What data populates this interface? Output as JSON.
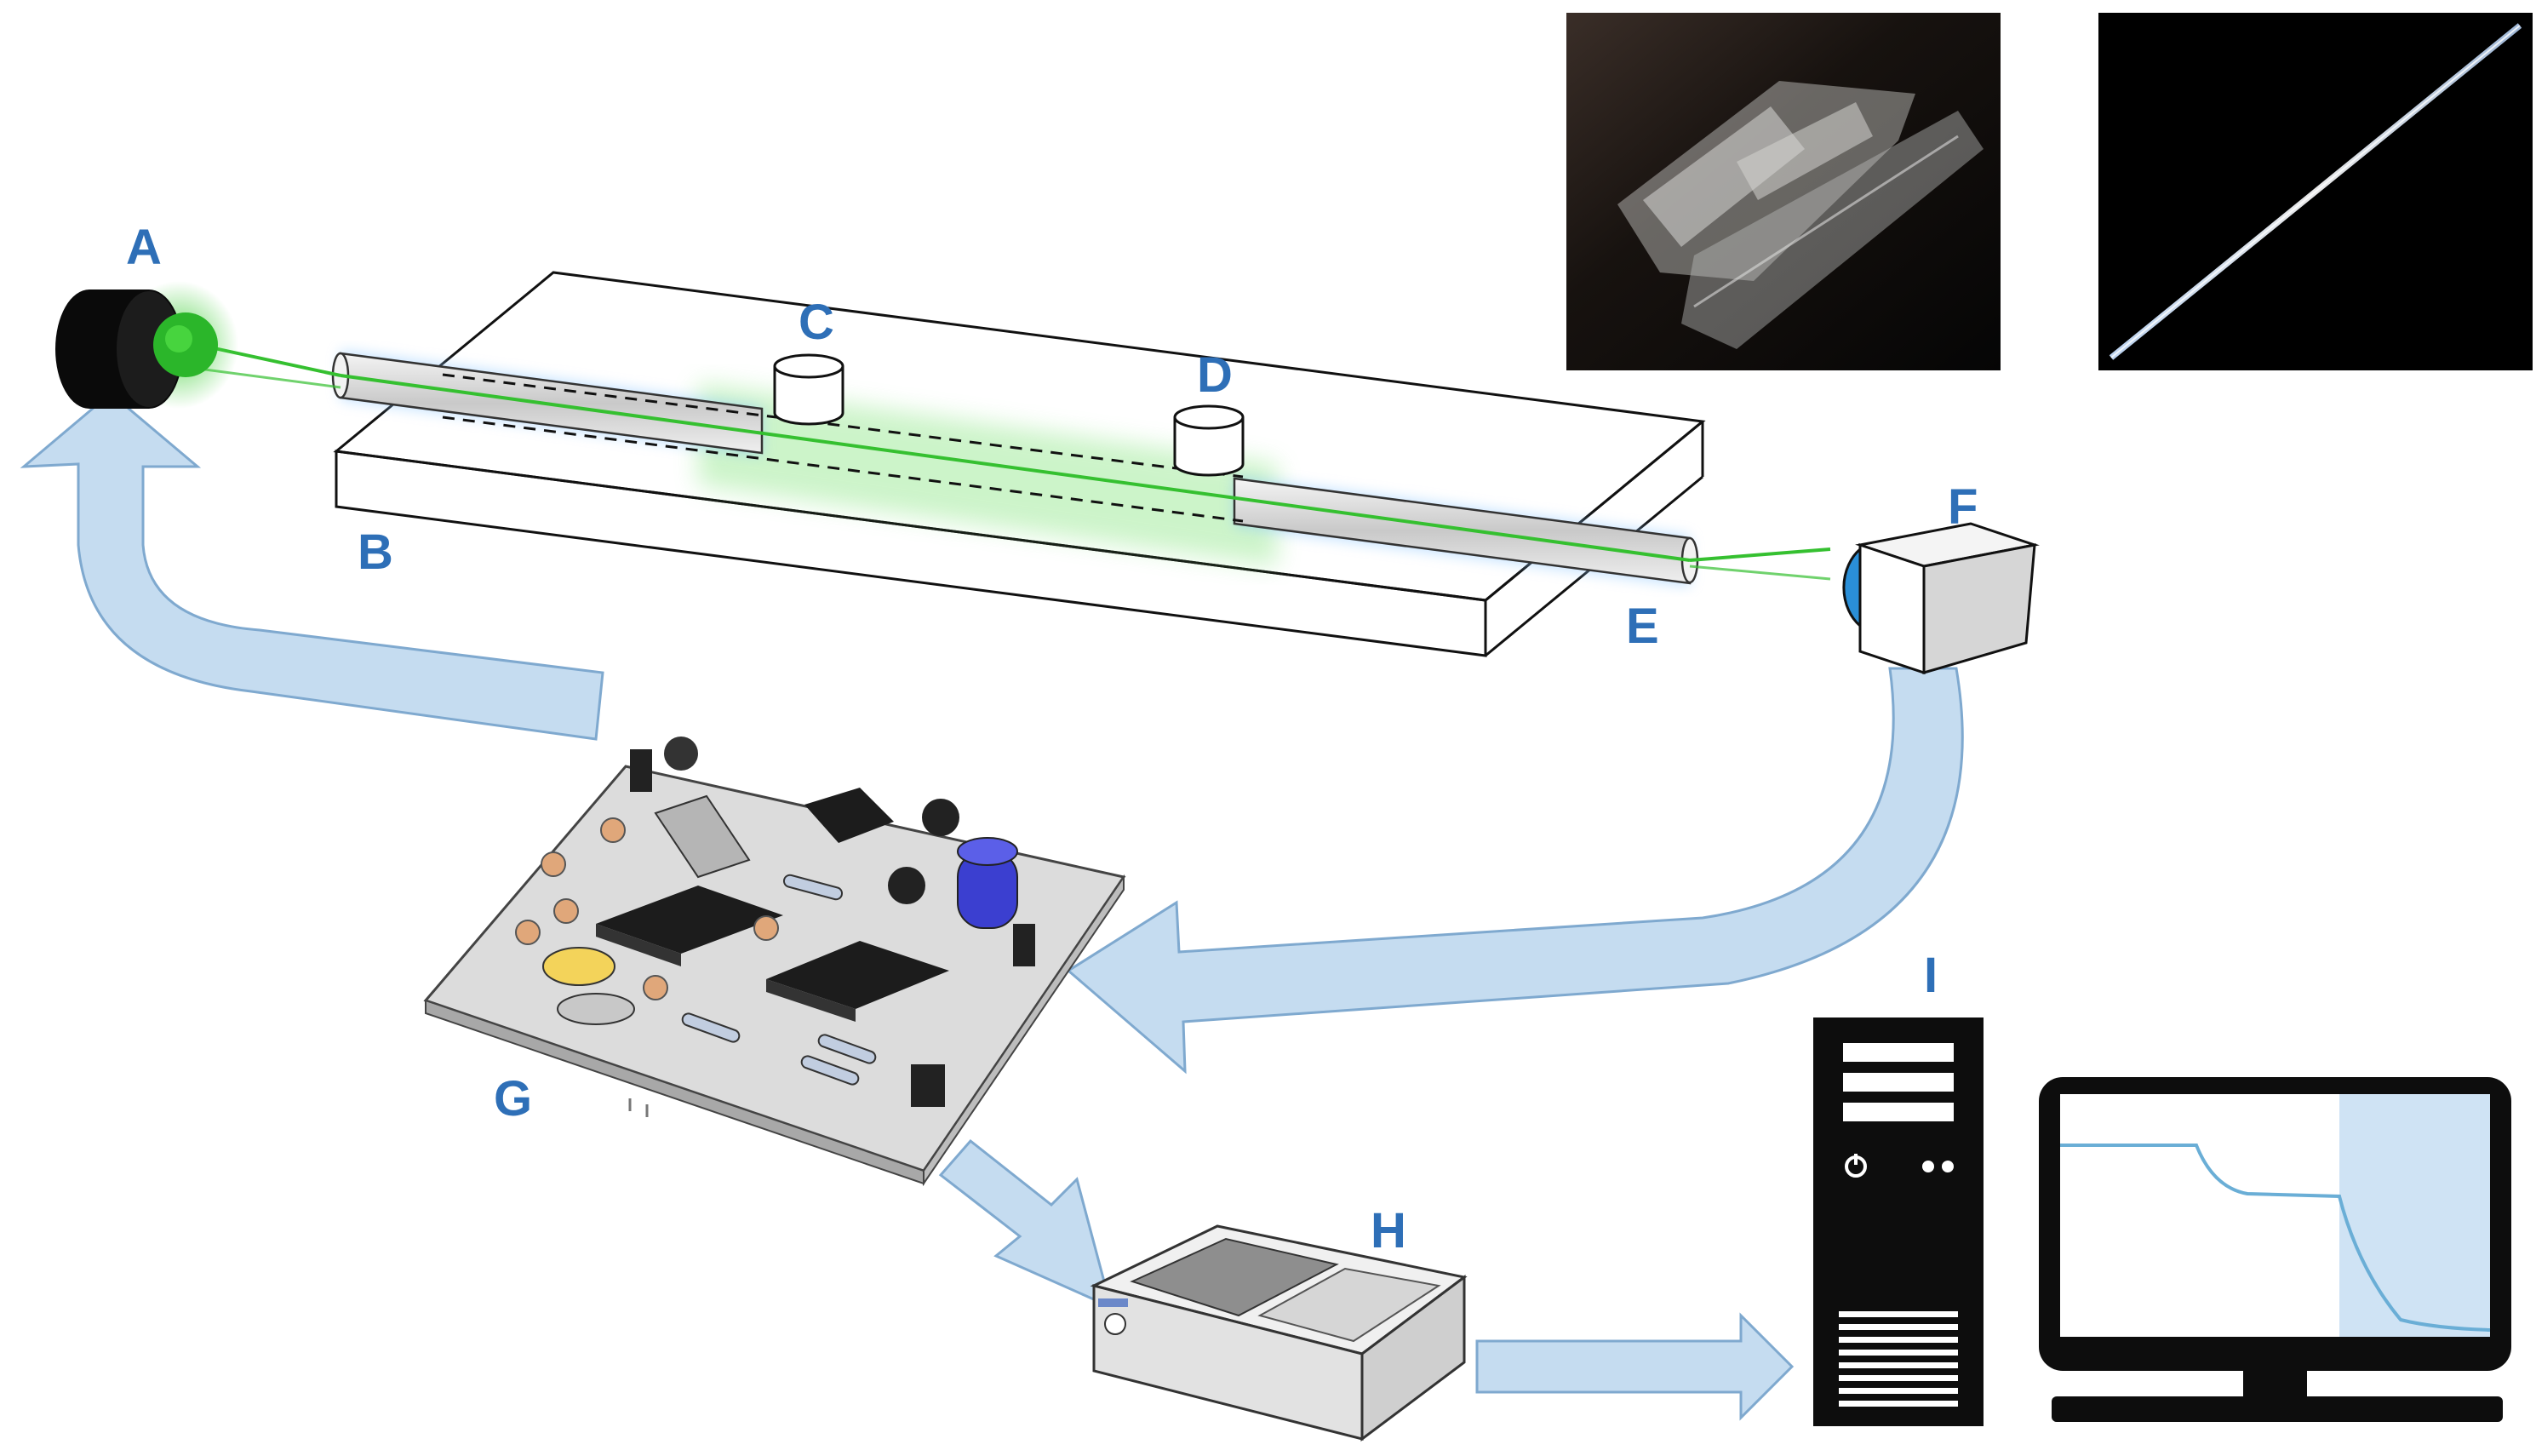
{
  "labels": {
    "a": "A",
    "b": "B",
    "c": "C",
    "d": "D",
    "e": "E",
    "f": "F",
    "g": "G",
    "h": "H",
    "i": "I"
  },
  "colors": {
    "label": "#2e6fb7",
    "arrow_fill": "#c5dcf0",
    "arrow_stroke": "#7fa9cf",
    "laser_green": "#35c030",
    "capillary_glow": "#8fc8ff",
    "detector_lens": "#2a8fd8",
    "monitor_plot": "#6aaed6",
    "monitor_highlight": "#cfe3f4"
  },
  "icons": {
    "laser": "laser-source-icon",
    "detector": "photodetector-icon",
    "circuit": "circuit-board-icon",
    "daq": "daq-device-icon",
    "computer": "computer-tower-icon",
    "monitor": "monitor-icon"
  }
}
